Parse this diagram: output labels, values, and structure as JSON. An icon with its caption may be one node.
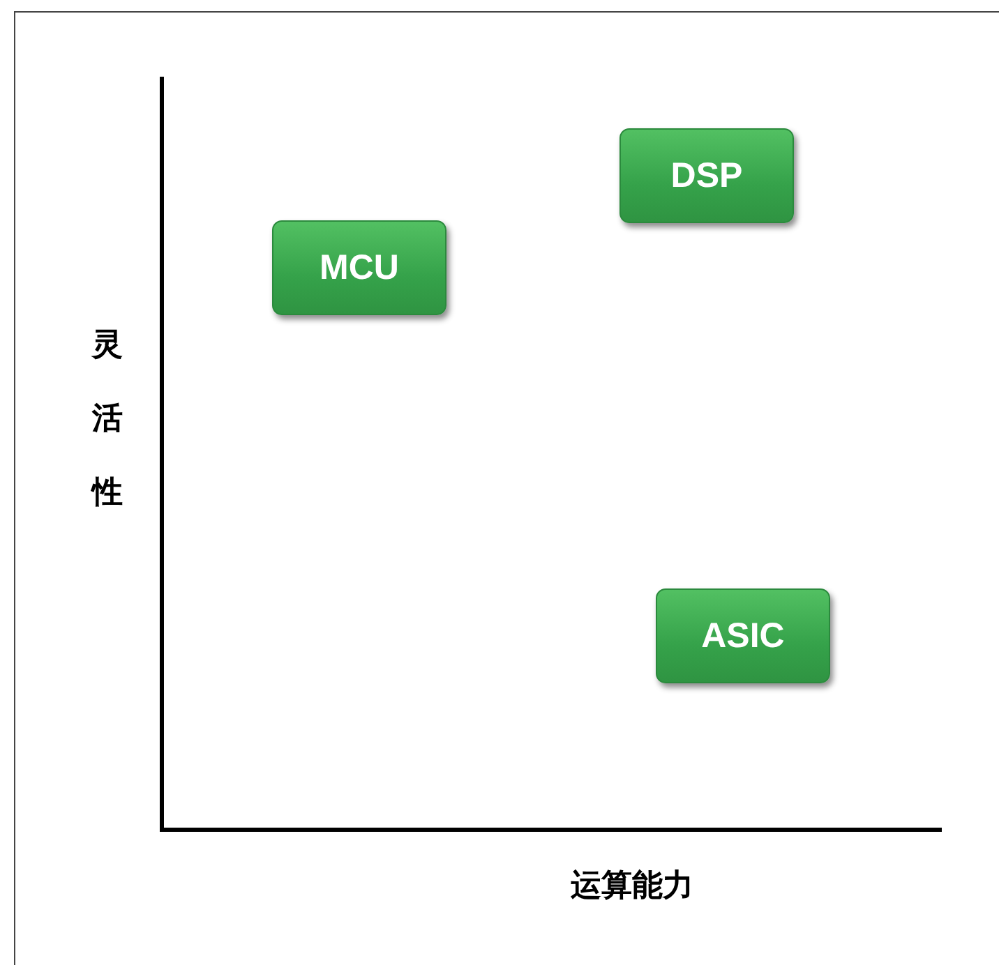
{
  "diagram": {
    "nodes": [
      {
        "text": [
          "DSP"
        ]
      },
      {
        "text": [
          "MCU"
        ]
      },
      {
        "text": [
          "ASIC"
        ]
      }
    ],
    "labels": [
      "灵活性",
      "运算能力"
    ]
  }
}
